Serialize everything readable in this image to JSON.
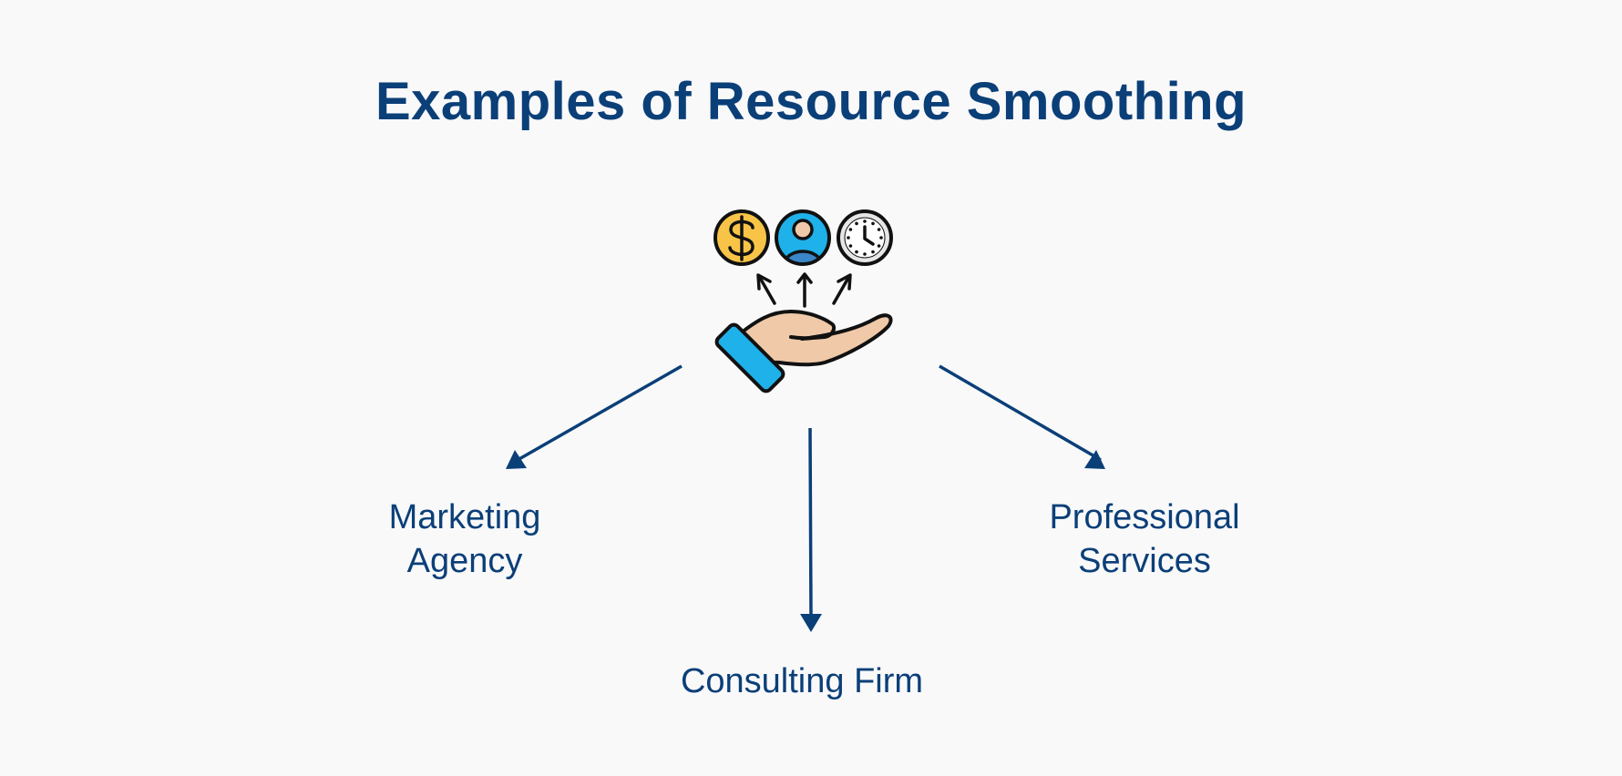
{
  "title": "Examples of Resource Smoothing",
  "center_icon": {
    "icons": [
      "dollar-coin-icon",
      "person-icon",
      "clock-icon",
      "hand-icon"
    ]
  },
  "branches": [
    {
      "id": "marketing",
      "lines": [
        "Marketing",
        "Agency"
      ]
    },
    {
      "id": "consulting",
      "lines": [
        "Consulting Firm"
      ]
    },
    {
      "id": "professional",
      "lines": [
        "Professional",
        "Services"
      ]
    }
  ],
  "colors": {
    "primary": "#0b3f78",
    "coin": "#f8c448",
    "person_bg": "#1fb1ea",
    "skin": "#f0c9a8",
    "cuff": "#1fb1ea"
  }
}
